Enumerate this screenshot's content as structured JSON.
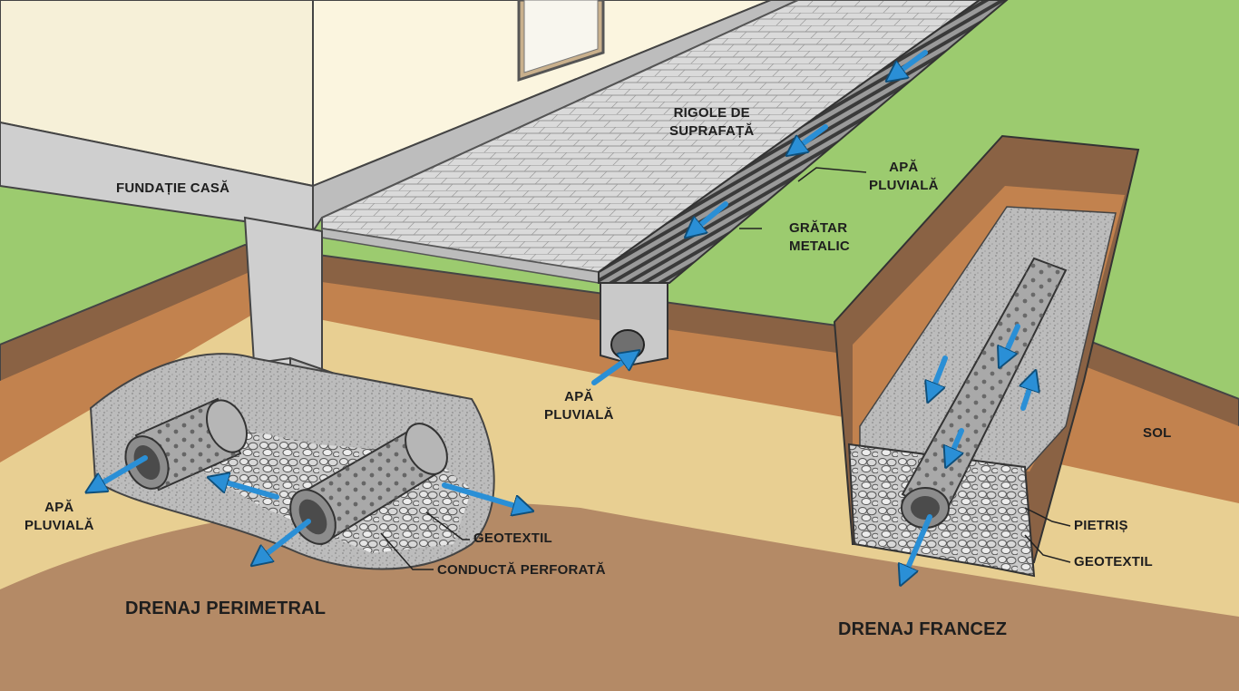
{
  "labels": {
    "foundation": "FUNDAȚIE CASĂ",
    "surface_channels": "RIGOLE DE\nSUPRAFAȚĂ",
    "rainwater_top": "APĂ\nPLUVIALĂ",
    "metal_grate": "GRĂTAR\nMETALIC",
    "rainwater_middle": "APĂ\nPLUVIALĂ",
    "rainwater_left": "APĂ\nPLUVIALĂ",
    "geotextile_left": "GEOTEXTIL",
    "perforated_pipe": "CONDUCTĂ PERFORATĂ",
    "perimeter_drain": "DRENAJ PERIMETRAL",
    "soil": "SOL",
    "gravel": "PIETRIȘ",
    "geotextile_right": "GEOTEXTIL",
    "french_drain": "DRENAJ FRANCEZ"
  },
  "colors": {
    "wall": "#f6f0d8",
    "foundation": "#cfcfcf",
    "grass": "#9ccb6f",
    "topsoil": "#8a6244",
    "clay": "#c2824e",
    "sand": "#e8cf92",
    "deep_soil": "#b48a66",
    "paving": "#d9d9d9",
    "grate": "#8e8e8e",
    "gravel": "#bdbdbd",
    "pipe": "#a9a9a9",
    "water_arrow": "#2a8fd6"
  }
}
